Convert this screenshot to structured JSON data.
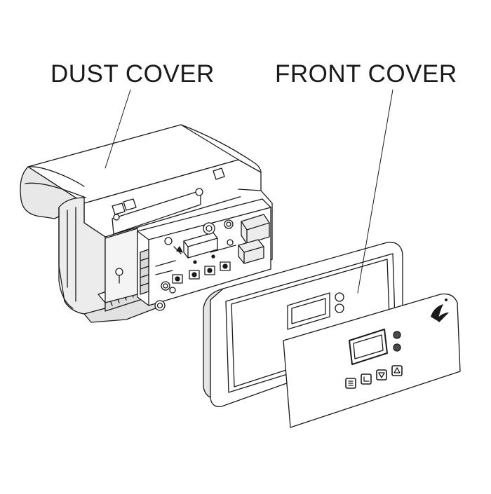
{
  "labels": {
    "dust_cover": "DUST COVER",
    "front_cover": "FRONT COVER"
  },
  "parts": [
    {
      "id": "dust-cover",
      "label_key": "dust_cover"
    },
    {
      "id": "front-cover",
      "label_key": "front_cover"
    },
    {
      "id": "circuit-board"
    },
    {
      "id": "membrane-keypad"
    }
  ],
  "keypad": {
    "buttons": [
      "menu-icon",
      "enter-icon",
      "down-arrow-icon",
      "up-arrow-icon"
    ],
    "display": "lcd-display",
    "indicators": 2,
    "logo": "brand-logo-icon"
  },
  "colors": {
    "line": "#1a1a1a",
    "shadow": "#c8c8c8",
    "shadow_light": "#e6e6e6",
    "paper": "#ffffff"
  }
}
